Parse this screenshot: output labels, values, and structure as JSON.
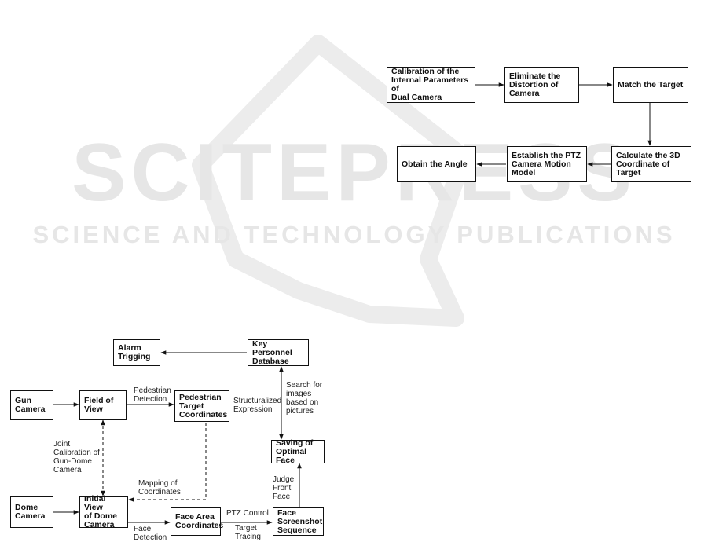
{
  "watermark": {
    "main": "SCITEPRESS",
    "sub": "SCIENCE AND TECHNOLOGY PUBLICATIONS"
  },
  "top_flow": {
    "nodes": {
      "calibration": "Calibration of the\nInternal Parameters of\nDual Camera",
      "eliminate": "Eliminate the\nDistortion of Camera",
      "match": "Match the Target",
      "calculate": "Calculate the 3D\nCoordinate of Target",
      "establish": "Establish the PTZ\nCamera Motion\nModel",
      "obtain": "Obtain the Angle"
    }
  },
  "bottom_flow": {
    "nodes": {
      "alarm": "Alarm\nTrigging",
      "database": "Key Personnel\nDatabase",
      "gun_camera": "Gun\nCamera",
      "field_of_view": "Field of\nView",
      "pedestrian_coords": "Pedestrian\nTarget\nCoordinates",
      "saving": "Saving of\nOptimal Face",
      "dome_camera": "Dome\nCamera",
      "initial_view": "Initial View\nof Dome\nCamera",
      "face_area": "Face Area\nCoordinates",
      "face_seq": "Face\nScreenshot\nSequence"
    },
    "labels": {
      "pedestrian_detection": "Pedestrian\nDetection",
      "structuralized": "Structuralized\nExpression",
      "search": "Search for\nimages\nbased on\npictures",
      "joint_calibration": "Joint\nCalibration of\nGun-Dome\nCamera",
      "mapping": "Mapping of\nCoordinates",
      "judge_front": "Judge\nFront\nFace",
      "ptz_control": "PTZ Control",
      "target_tracing": "Target\nTracing",
      "face_detection": "Face\nDetection"
    }
  }
}
